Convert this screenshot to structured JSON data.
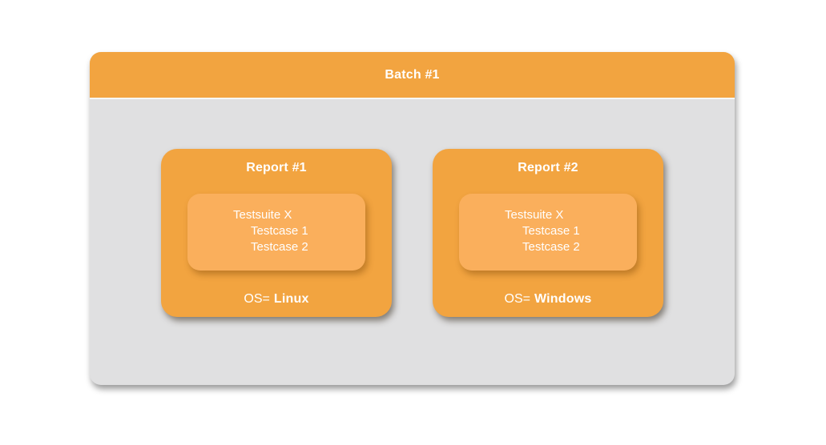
{
  "batch": {
    "title": "Batch #1",
    "reports": [
      {
        "title": "Report #1",
        "suite": {
          "name": "Testsuite X",
          "cases": [
            "Testcase 1",
            "Testcase 2"
          ]
        },
        "os_label": "OS=",
        "os_value": "Linux"
      },
      {
        "title": "Report #2",
        "suite": {
          "name": "Testsuite X",
          "cases": [
            "Testcase 1",
            "Testcase 2"
          ]
        },
        "os_label": "OS=",
        "os_value": "Windows"
      }
    ]
  },
  "colors": {
    "header_orange": "#f2a440",
    "report_orange": "#f2a440",
    "suite_orange": "#faaf5c",
    "batch_body_gray": "#e0e0e1",
    "text_white": "#ffffff",
    "page_background": "#ffffff"
  }
}
